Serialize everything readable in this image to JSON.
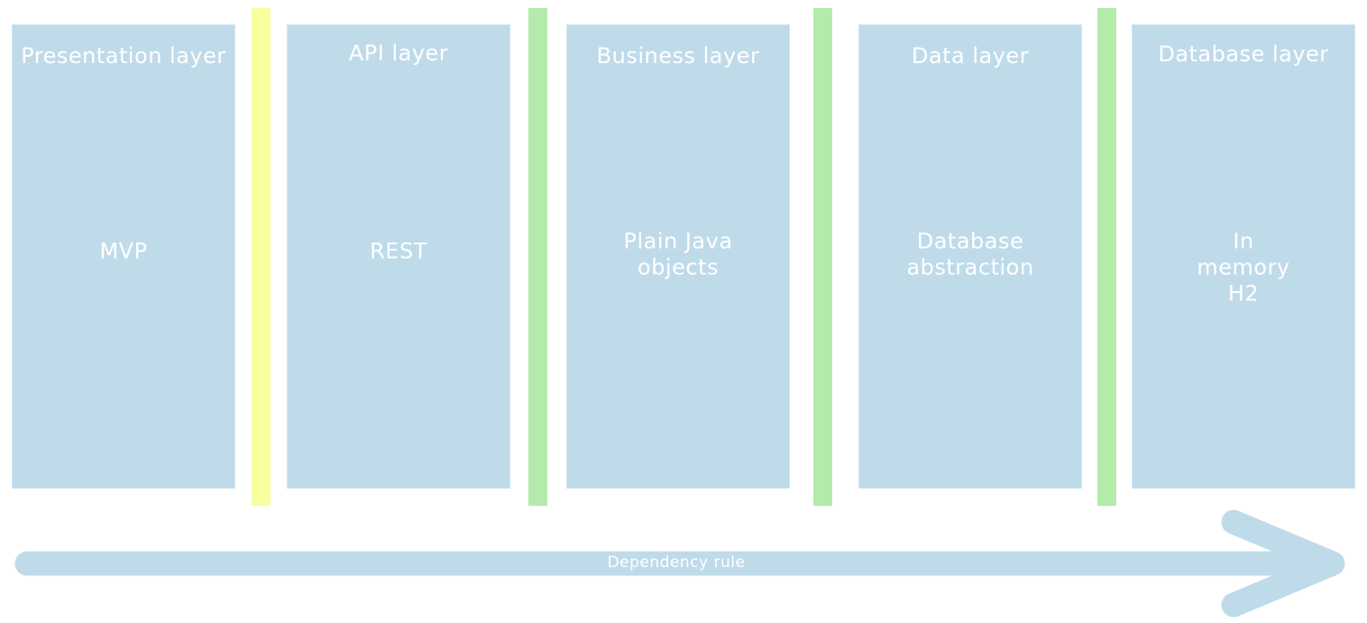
{
  "layers": [
    {
      "title": "Presentation layer",
      "body": "MVP"
    },
    {
      "title": "API layer",
      "body": "REST"
    },
    {
      "title": "Business layer",
      "body": "Plain Java\nobjects"
    },
    {
      "title": "Data layer",
      "body": "Database\nabstraction"
    },
    {
      "title": "Database layer",
      "body": "In\nmemory\nH2"
    }
  ],
  "boundaries": [
    {
      "color": "#f7ff9e"
    },
    {
      "color": "#b3ebaa"
    },
    {
      "color": "#b3ebaa"
    },
    {
      "color": "#b3ebaa"
    }
  ],
  "arrow": {
    "label": "Dependency rule",
    "color": "#bfdbea"
  }
}
